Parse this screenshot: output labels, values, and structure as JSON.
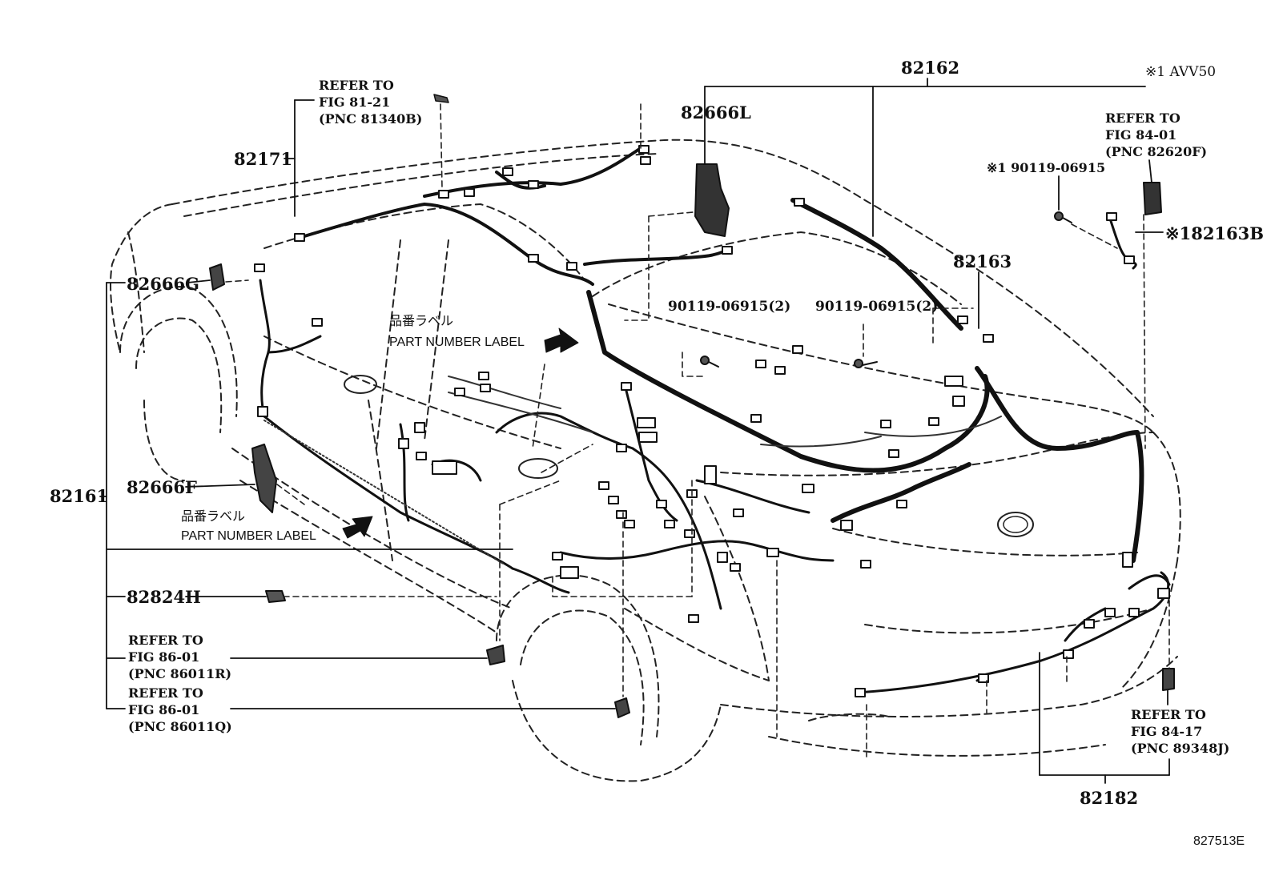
{
  "diagram": {
    "drawing_id": "827513E",
    "part_numbers": {
      "p82162": "82162",
      "p82666L": "82666L",
      "p82171": "82171",
      "p82666G": "82666G",
      "p82161": "82161",
      "p82666F": "82666F",
      "p82824H": "82824H",
      "p82163": "82163",
      "p82163B": "※182163B",
      "p82182": "82182",
      "bolt_a": "90119-06915(2)",
      "bolt_b": "90119-06915(2)",
      "bolt_c": "※1 90119-06915"
    },
    "note_avv50": "※1 AVV50",
    "refer_fig_81_21": {
      "line1": "REFER TO",
      "line2": "FIG 81-21",
      "line3": "(PNC 81340B)"
    },
    "refer_fig_84_01": {
      "line1": "REFER TO",
      "line2": "FIG 84-01",
      "line3": "(PNC 82620F)"
    },
    "refer_fig_86_01_r": {
      "line1": "REFER TO",
      "line2": "FIG 86-01",
      "line3": "(PNC 86011R)"
    },
    "refer_fig_86_01_q": {
      "line1": "REFER TO",
      "line2": "FIG 86-01",
      "line3": "(PNC 86011Q)"
    },
    "refer_fig_84_17": {
      "line1": "REFER TO",
      "line2": "FIG 84-17",
      "line3": "(PNC 89348J)"
    },
    "part_label_top": {
      "jp": "品番ラベル",
      "en": "PART NUMBER LABEL"
    },
    "part_label_bottom": {
      "jp": "品番ラベル",
      "en": "PART NUMBER LABEL"
    }
  }
}
